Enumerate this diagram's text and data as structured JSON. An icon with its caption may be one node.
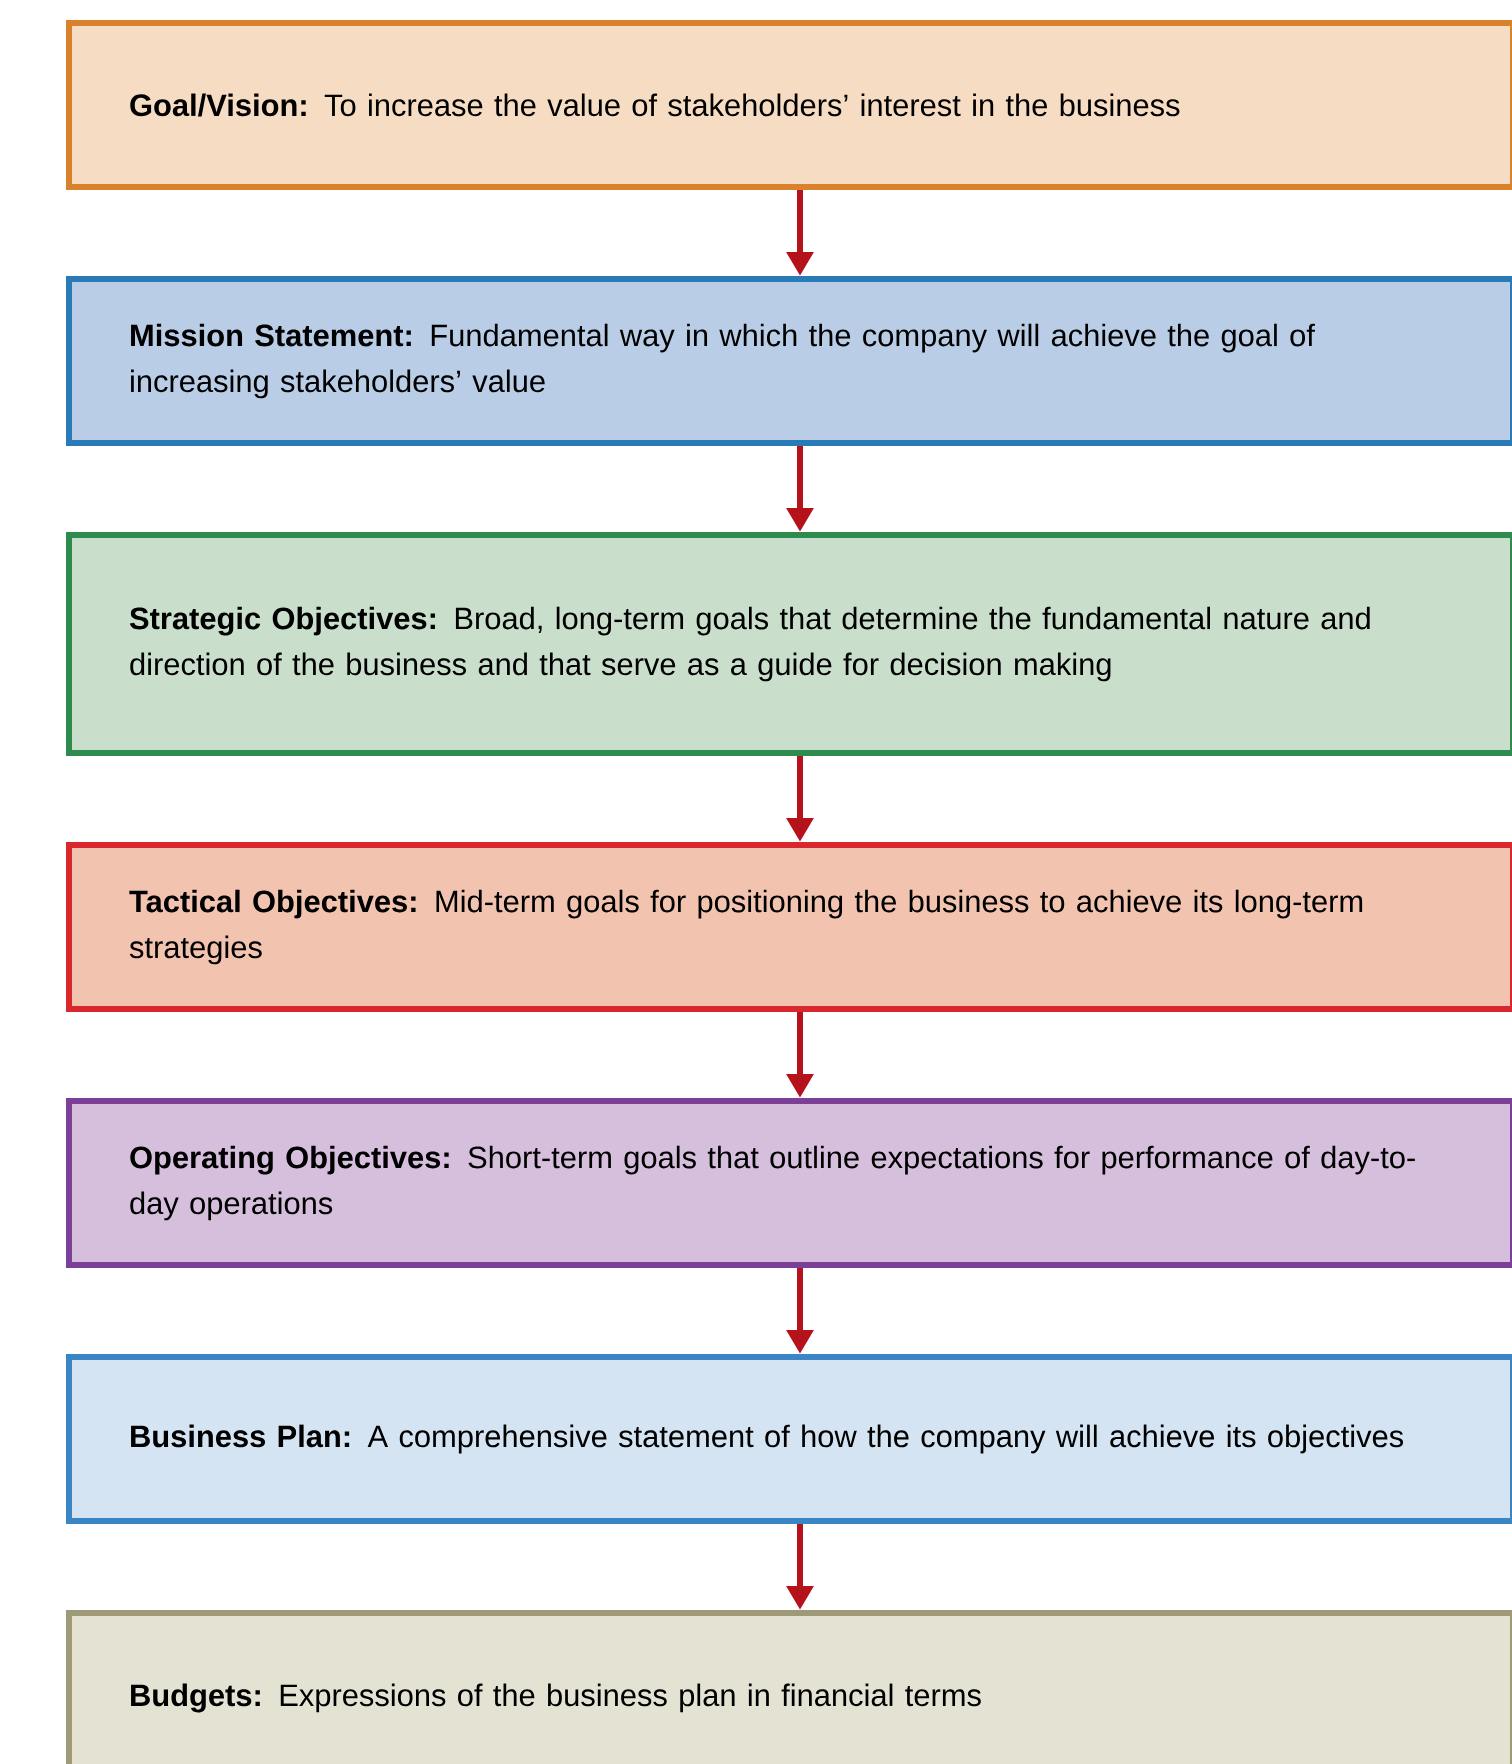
{
  "diagram": {
    "nodes": [
      {
        "text": [
          "**Goal/Vision:** To increase the value of stakeholders’ interest in the business"
        ]
      },
      {
        "text": [
          "**Mission Statement:** Fundamental way in which the company will achieve the goal of increasing stakeholders’ value"
        ]
      },
      {
        "text": [
          "**Strategic Objectives:** Broad, long-term goals that determine the fundamental nature and direction of the business and that serve as a guide for decision making"
        ]
      },
      {
        "text": [
          "**Tactical Objectives:** Mid-term goals for positioning the business to achieve its long-term strategies"
        ]
      },
      {
        "text": [
          "**Operating Objectives:** Short-term goals that outline expectations for performance of day-to-day operations"
        ]
      },
      {
        "text": [
          "**Business Plan:** A comprehensive statement of how the company will achieve its objectives"
        ]
      },
      {
        "text": [
          "**Budgets:** Expressions of the business plan in financial terms"
        ]
      }
    ],
    "edges": [
      {
        "from": 0,
        "to": 1,
        "arrow": "to"
      },
      {
        "from": 1,
        "to": 2,
        "arrow": "to"
      },
      {
        "from": 2,
        "to": 3,
        "arrow": "to"
      },
      {
        "from": 3,
        "to": 4,
        "arrow": "to"
      },
      {
        "from": 4,
        "to": 5,
        "arrow": "to"
      },
      {
        "from": 5,
        "to": 6,
        "arrow": "to"
      }
    ]
  }
}
